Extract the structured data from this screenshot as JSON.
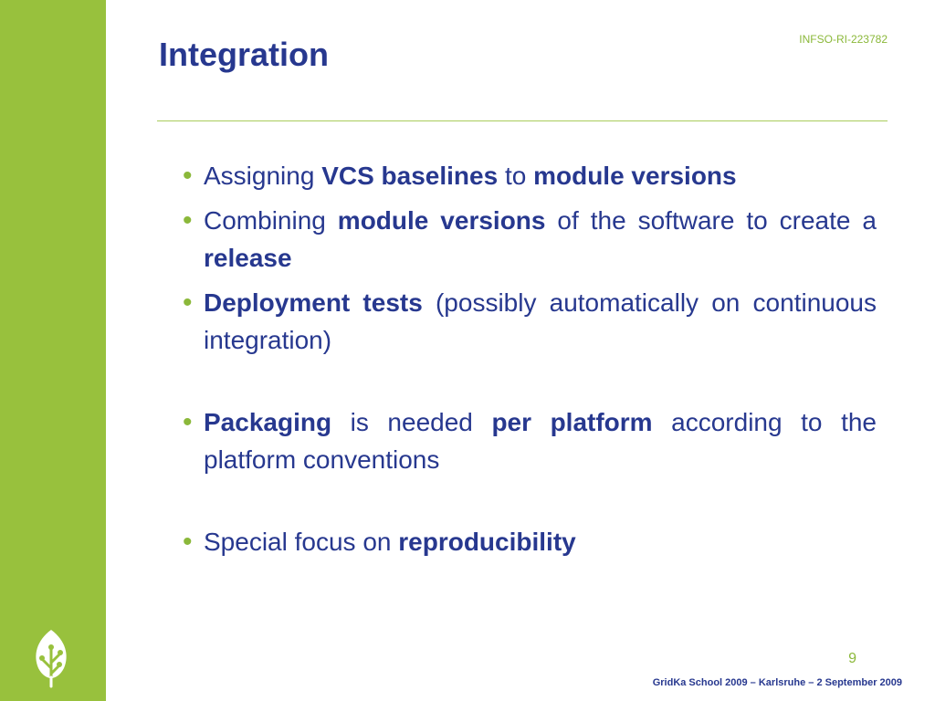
{
  "slide": {
    "title": "Integration",
    "project_id": "INFSO-RI-223782",
    "page_number": "9",
    "footer": "GridKa School 2009 – Karlsruhe – 2 September 2009"
  },
  "bullets": [
    {
      "s1": "Assigning ",
      "b1": "VCS baselines",
      "s2": " to ",
      "b2": "module versions"
    },
    {
      "s1": "Combining ",
      "b1": "module versions",
      "s2": " of the software to create a ",
      "b2": "release"
    },
    {
      "b1": "Deployment tests",
      "s2": " (possibly automatically on continuous integration)"
    },
    {
      "b1": "Packaging",
      "s2": " is needed ",
      "b2": "per platform",
      "s3": " according to the platform conventions"
    },
    {
      "s1": "Special focus on ",
      "b1": "reproducibility"
    }
  ],
  "theme": {
    "sidebar_color": "#98c13d",
    "text_color": "#27388f",
    "accent_color": "#8bb83a"
  },
  "icons": {
    "logo": "tree-logo-icon"
  }
}
